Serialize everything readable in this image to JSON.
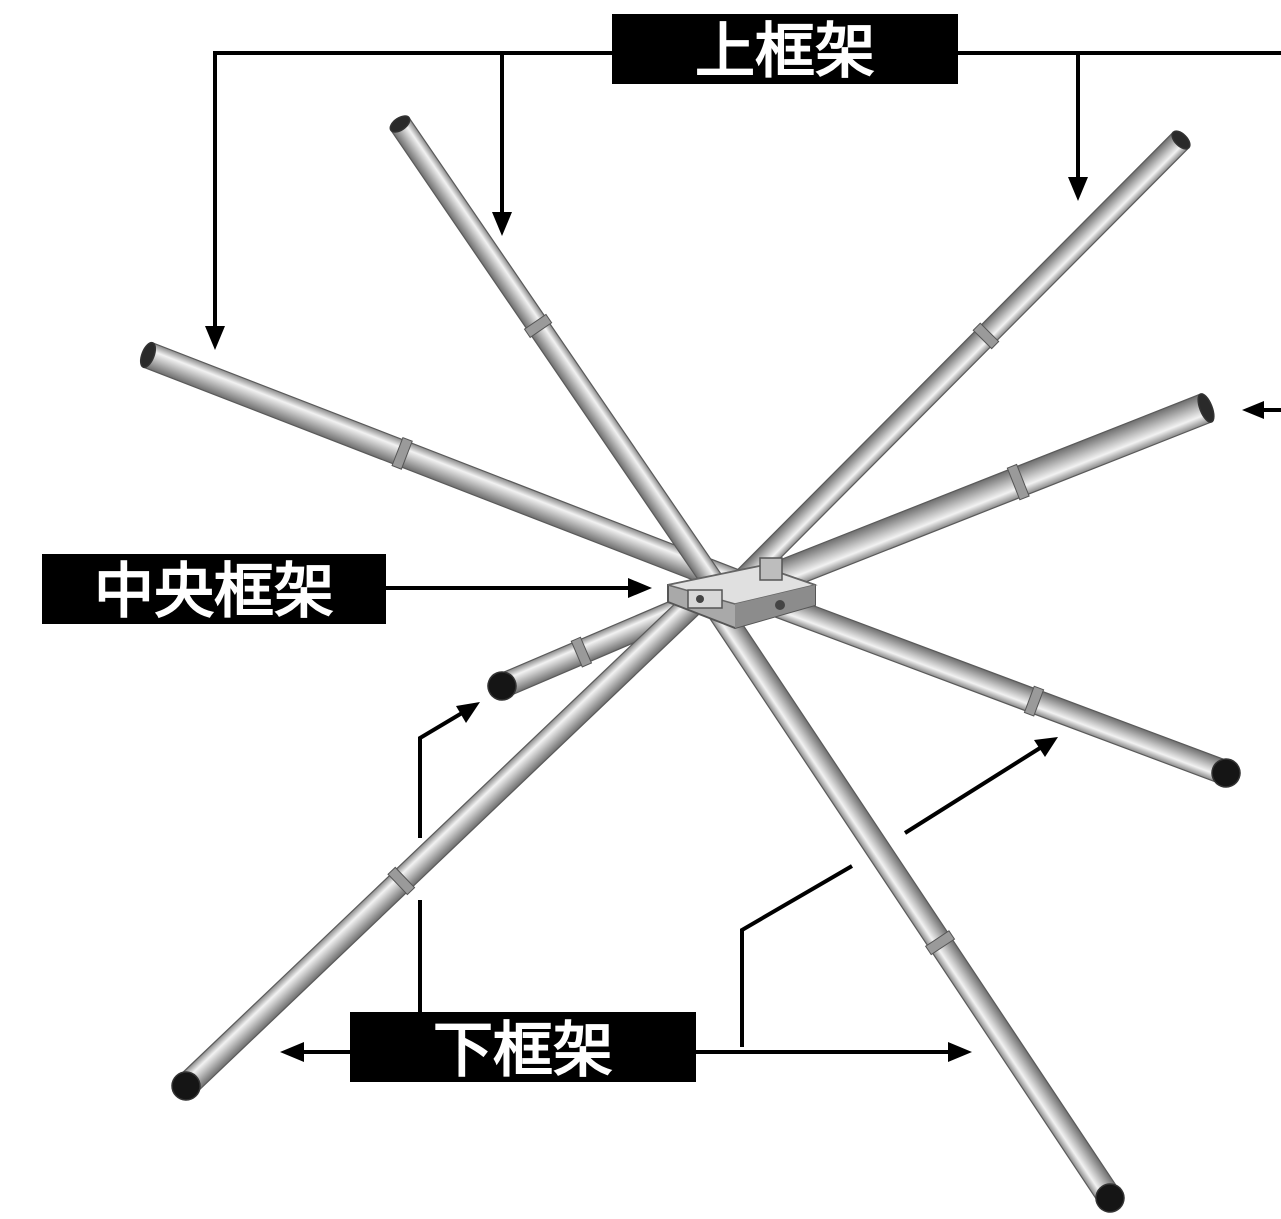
{
  "labels": {
    "top_frame": "上框架",
    "center_frame": "中央框架",
    "bottom_frame": "下框架"
  },
  "colors": {
    "label_background": "#000000",
    "label_text": "#ffffff",
    "tube": "#b9b9b9",
    "tube_highlight": "#efefef",
    "foot_cap": "#151515",
    "background": "#ffffff"
  }
}
